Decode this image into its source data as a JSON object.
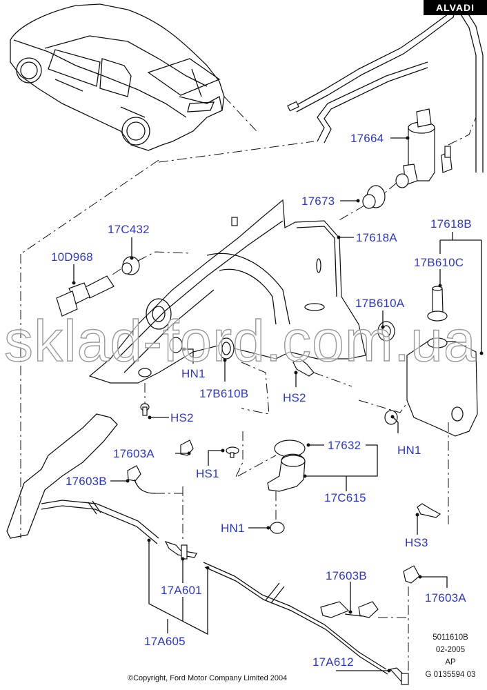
{
  "brand": "ALVADI",
  "watermark": "sklad-ford.com.ua",
  "copyright": "©Copyright, Ford Motor Company Limited 2004",
  "reference": {
    "code": "5011610B",
    "date": "02-2005",
    "market": "AP",
    "illustration": "G 0135594 03"
  },
  "callouts": [
    {
      "id": "17664",
      "part": "washer-pump"
    },
    {
      "id": "17673",
      "part": "pump-grommet"
    },
    {
      "id": "17618A",
      "part": "washer-reservoir-main"
    },
    {
      "id": "17618B",
      "part": "washer-reservoir-assembly"
    },
    {
      "id": "17B610C",
      "part": "reservoir-plug"
    },
    {
      "id": "17C432",
      "part": "sensor-grommet"
    },
    {
      "id": "10D968",
      "part": "fluid-level-sensor"
    },
    {
      "id": "17B610A",
      "part": "reservoir-grommet"
    },
    {
      "id": "HN1",
      "part": "push-nut"
    },
    {
      "id": "17B610B",
      "part": "reservoir-grommet-b"
    },
    {
      "id": "HS2",
      "part": "screw"
    },
    {
      "id": "HS2",
      "part": "screw-b"
    },
    {
      "id": "HN1",
      "part": "push-nut-b"
    },
    {
      "id": "17603A",
      "part": "washer-jet-left"
    },
    {
      "id": "17632",
      "part": "filler-cap"
    },
    {
      "id": "HS1",
      "part": "stud"
    },
    {
      "id": "17603B",
      "part": "washer-jet-right"
    },
    {
      "id": "17C615",
      "part": "filler-neck"
    },
    {
      "id": "HN1",
      "part": "push-nut-c"
    },
    {
      "id": "HS3",
      "part": "screw-c"
    },
    {
      "id": "17A601",
      "part": "hose-connector"
    },
    {
      "id": "17A605",
      "part": "washer-hose"
    },
    {
      "id": "17603B",
      "part": "washer-jet-rear-b"
    },
    {
      "id": "17603A",
      "part": "washer-jet-rear-a"
    },
    {
      "id": "17A612",
      "part": "rear-washer-hose"
    }
  ]
}
